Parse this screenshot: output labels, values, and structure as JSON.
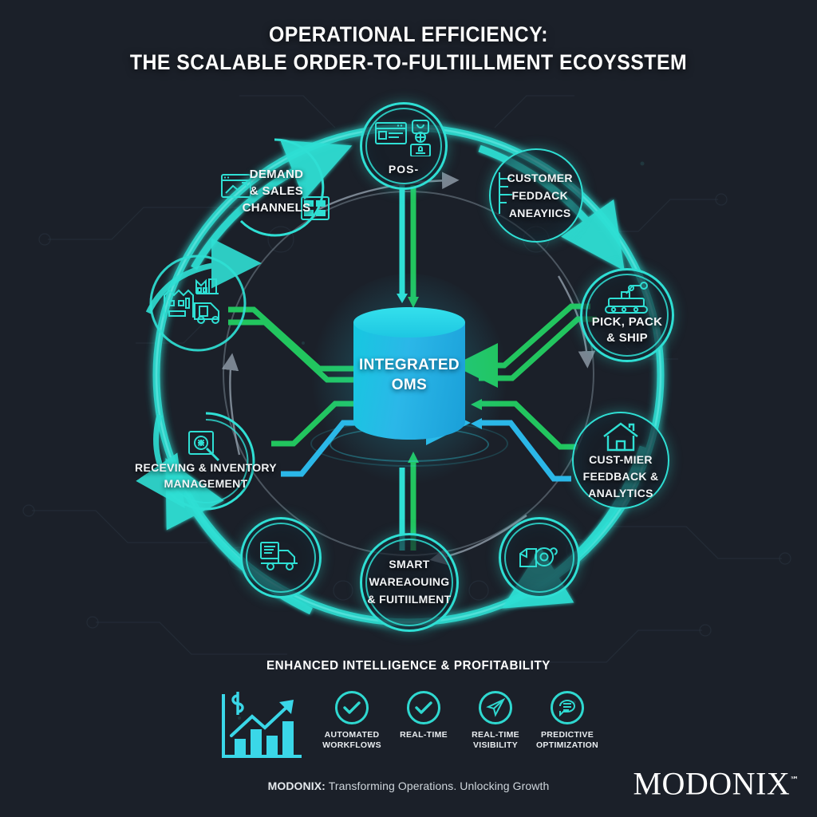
{
  "meta": {
    "colors": {
      "background": "#1b2029",
      "cyan": "#2fdfd4",
      "cyan_bright": "#34e0ec",
      "green": "#22c55e",
      "blue": "#1a9fd8",
      "text": "#ffffff"
    }
  },
  "title": {
    "line1": "OPERATIONAL EFFICIENCY:",
    "line2": "THE SCALABLE ORDER-TO-FULTIILLMENT ECOYSSTEM"
  },
  "center": {
    "label_line1": "INTEGRATED",
    "label_line2": "OMS",
    "icon": "database-cylinder-icon"
  },
  "nodes": [
    {
      "id": "pos",
      "label": "POS-",
      "icon": "pos-terminal-icon",
      "position": "top"
    },
    {
      "id": "customer-feedback-analytics",
      "label": "CUSTOMER\nFEDDACK\nANEAYIICS",
      "icon": "analytics-chart-icon",
      "position": "upper-right"
    },
    {
      "id": "pick-pack-ship",
      "label": "PICK, PACK\n& SHIP",
      "icon": "robot-conveyor-icon",
      "position": "right"
    },
    {
      "id": "customer-feedback",
      "label": "CUST-MIER\nFEEDBACK &\nANALYTICS",
      "icon": "house-icon",
      "position": "lower-right"
    },
    {
      "id": "packages",
      "label": "",
      "icon": "boxes-package-icon",
      "position": "lower-right-inner"
    },
    {
      "id": "smart-warehousing",
      "label": "SMART\nWAREAOUING\n& FUITIILMENT",
      "icon": "",
      "position": "bottom"
    },
    {
      "id": "delivery",
      "label": "",
      "icon": "delivery-truck-icon",
      "position": "lower-left-inner"
    },
    {
      "id": "receiving-inventory",
      "label": "RECEVING & INVENTORY\nMANAGEMENT",
      "icon": "magnifier-box-icon",
      "position": "left"
    },
    {
      "id": "warehouse-logistics",
      "label": "",
      "icon": "factory-truck-icon",
      "position": "upper-left"
    },
    {
      "id": "demand-sales-channels",
      "label": "DEMAND\n& SALES\nCHANNELS",
      "icon": "sales-chart-icon",
      "position": "upper-left-top"
    }
  ],
  "bottom_band": {
    "title": "ENHANCED INTELLIGENCE & PROFITABILITY",
    "growth_icon": "growth-bar-chart-dollar-icon",
    "benefits": [
      {
        "icon": "check-circle-icon",
        "line1": "AUTOMATED",
        "line2": "WORKFLOWS"
      },
      {
        "icon": "check-circle-icon",
        "line1": "REAL-TIME",
        "line2": ""
      },
      {
        "icon": "paper-plane-icon",
        "line1": "REAL-TIME",
        "line2": "VISIBILITY"
      },
      {
        "icon": "chat-bubble-icon",
        "line1": "PREDICTIVE",
        "line2": "OPTIMIZATION"
      }
    ]
  },
  "footer": {
    "brand": "MODONIX:",
    "tagline": "Transforming Operations. Unlocking Growth",
    "logo_text": "MODONIX",
    "logo_mark": "℠"
  }
}
